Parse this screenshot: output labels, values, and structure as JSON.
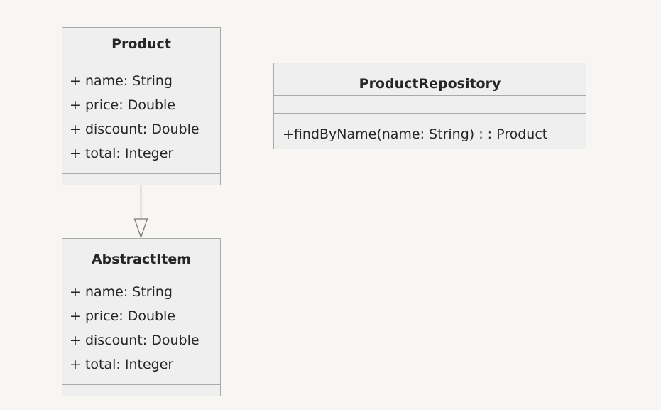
{
  "classes": {
    "product": {
      "name": "Product",
      "attributes": [
        "+ name: String",
        "+ price: Double",
        "+ discount: Double",
        "+ total: Integer"
      ],
      "methods": []
    },
    "product_repository": {
      "name": "ProductRepository",
      "attributes": [],
      "methods": [
        "+findByName(name: String) : : Product"
      ]
    },
    "abstract_item": {
      "name": "AbstractItem",
      "attributes": [
        "+ name: String",
        "+ price: Double",
        "+ discount: Double",
        "+ total: Integer"
      ],
      "methods": []
    }
  },
  "relations": [
    {
      "type": "inheritance",
      "from": "Product",
      "to": "AbstractItem"
    }
  ],
  "colors": {
    "background": "#f7f6f3",
    "box_fill": "#efefef",
    "border": "#a9a9a9",
    "text": "#262626"
  }
}
